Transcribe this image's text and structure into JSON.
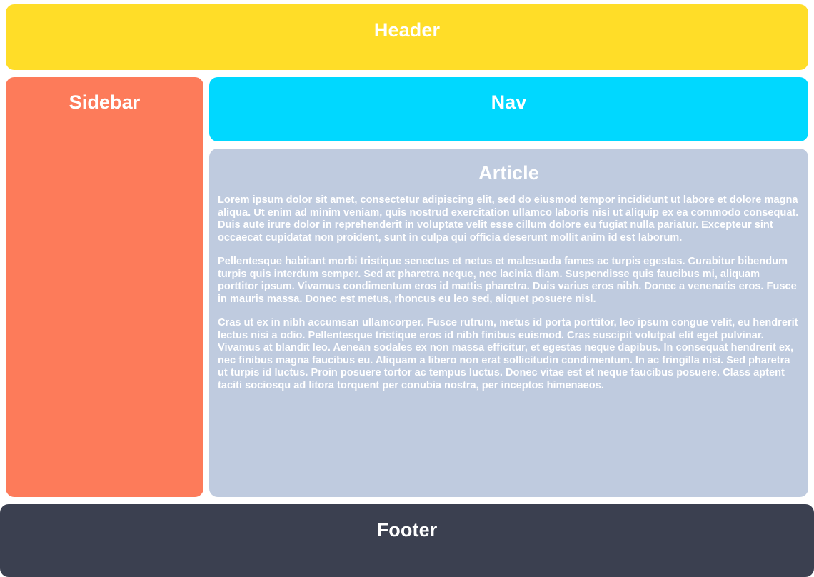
{
  "layout": {
    "header": {
      "title": "Header",
      "color": "#ffdd28"
    },
    "sidebar": {
      "title": "Sidebar",
      "color": "#fd7b5a"
    },
    "nav": {
      "title": "Nav",
      "color": "#00d8ff"
    },
    "article": {
      "title": "Article",
      "color": "#bfcbdf",
      "paragraphs": [
        "Lorem ipsum dolor sit amet, consectetur adipiscing elit, sed do eiusmod tempor incididunt ut labore et dolore magna aliqua. Ut enim ad minim veniam, quis nostrud exercitation ullamco laboris nisi ut aliquip ex ea commodo consequat. Duis aute irure dolor in reprehenderit in voluptate velit esse cillum dolore eu fugiat nulla pariatur. Excepteur sint occaecat cupidatat non proident, sunt in culpa qui officia deserunt mollit anim id est laborum.",
        "Pellentesque habitant morbi tristique senectus et netus et malesuada fames ac turpis egestas. Curabitur bibendum turpis quis interdum semper. Sed at pharetra neque, nec lacinia diam. Suspendisse quis faucibus mi, aliquam porttitor ipsum. Vivamus condimentum eros id mattis pharetra. Duis varius eros nibh. Donec a venenatis eros. Fusce in mauris massa. Donec est metus, rhoncus eu leo sed, aliquet posuere nisl.",
        "Cras ut ex in nibh accumsan ullamcorper. Fusce rutrum, metus id porta porttitor, leo ipsum congue velit, eu hendrerit lectus nisi a odio. Pellentesque tristique eros id nibh finibus euismod. Cras suscipit volutpat elit eget pulvinar. Vivamus at blandit leo. Aenean sodales ex non massa efficitur, et egestas neque dapibus. In consequat hendrerit ex, nec finibus magna faucibus eu. Aliquam a libero non erat sollicitudin condimentum. In ac fringilla nisi. Sed pharetra ut turpis id luctus. Proin posuere tortor ac tempus luctus. Donec vitae est et neque faucibus posuere. Class aptent taciti sociosqu ad litora torquent per conubia nostra, per inceptos himenaeos."
      ]
    },
    "footer": {
      "title": "Footer",
      "color": "#3b4050"
    }
  }
}
